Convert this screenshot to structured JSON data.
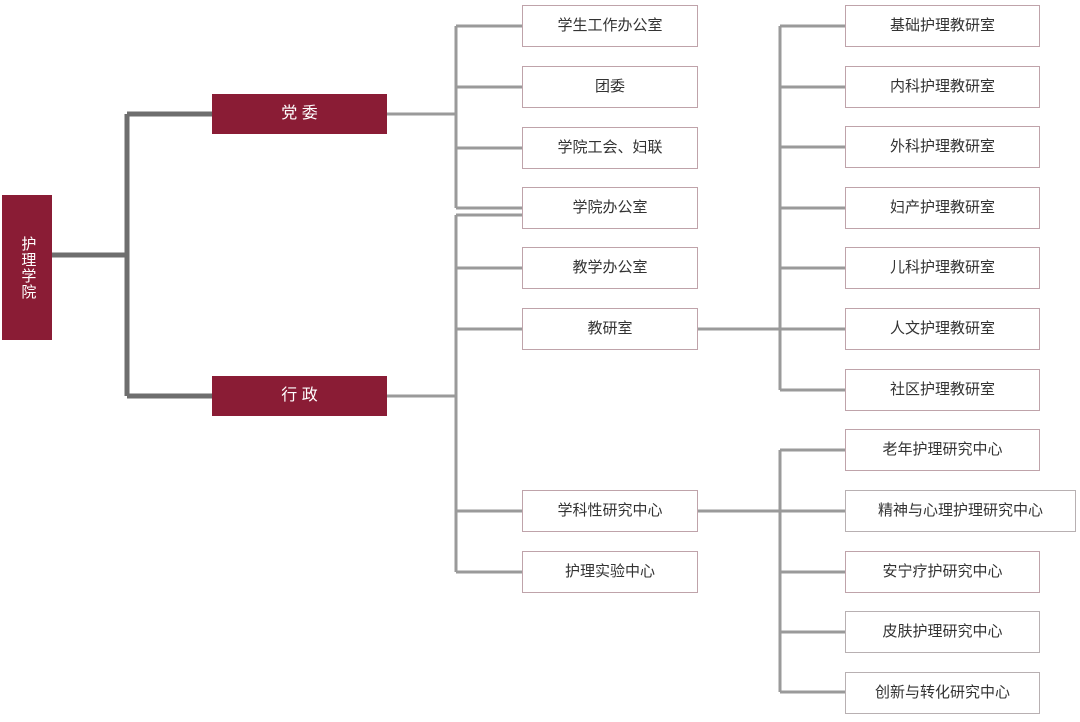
{
  "meta": {
    "title": "护理学院组织架构图",
    "colors": {
      "node_fill": "#8a1c35",
      "node_text": "#ffffff",
      "box_border": "#bfa3aa",
      "box_text": "#333333",
      "connector_main": "#6e6e6e",
      "connector_sub": "#9a9a9a",
      "background": "#ffffff"
    }
  },
  "root": {
    "label": "护理学院"
  },
  "level1": [
    {
      "id": "party",
      "label": "党 委"
    },
    {
      "id": "admin",
      "label": "行 政"
    }
  ],
  "party_units": [
    {
      "label": "学生工作办公室"
    },
    {
      "label": "团委"
    },
    {
      "label": "学院工会、妇联"
    }
  ],
  "admin_units": [
    {
      "label": "学院办公室"
    },
    {
      "label": "教学办公室"
    },
    {
      "label": "教研室"
    },
    {
      "label": "学科性研究中心"
    },
    {
      "label": "护理实验中心"
    }
  ],
  "teaching_offices": [
    {
      "label": "基础护理教研室"
    },
    {
      "label": "内科护理教研室"
    },
    {
      "label": "外科护理教研室"
    },
    {
      "label": "妇产护理教研室"
    },
    {
      "label": "儿科护理教研室"
    },
    {
      "label": "人文护理教研室"
    },
    {
      "label": "社区护理教研室"
    }
  ],
  "research_centers": [
    {
      "label": "老年护理研究中心"
    },
    {
      "label": "精神与心理护理研究中心"
    },
    {
      "label": "安宁疗护研究中心"
    },
    {
      "label": "皮肤护理研究中心"
    },
    {
      "label": "创新与转化研究中心"
    }
  ]
}
